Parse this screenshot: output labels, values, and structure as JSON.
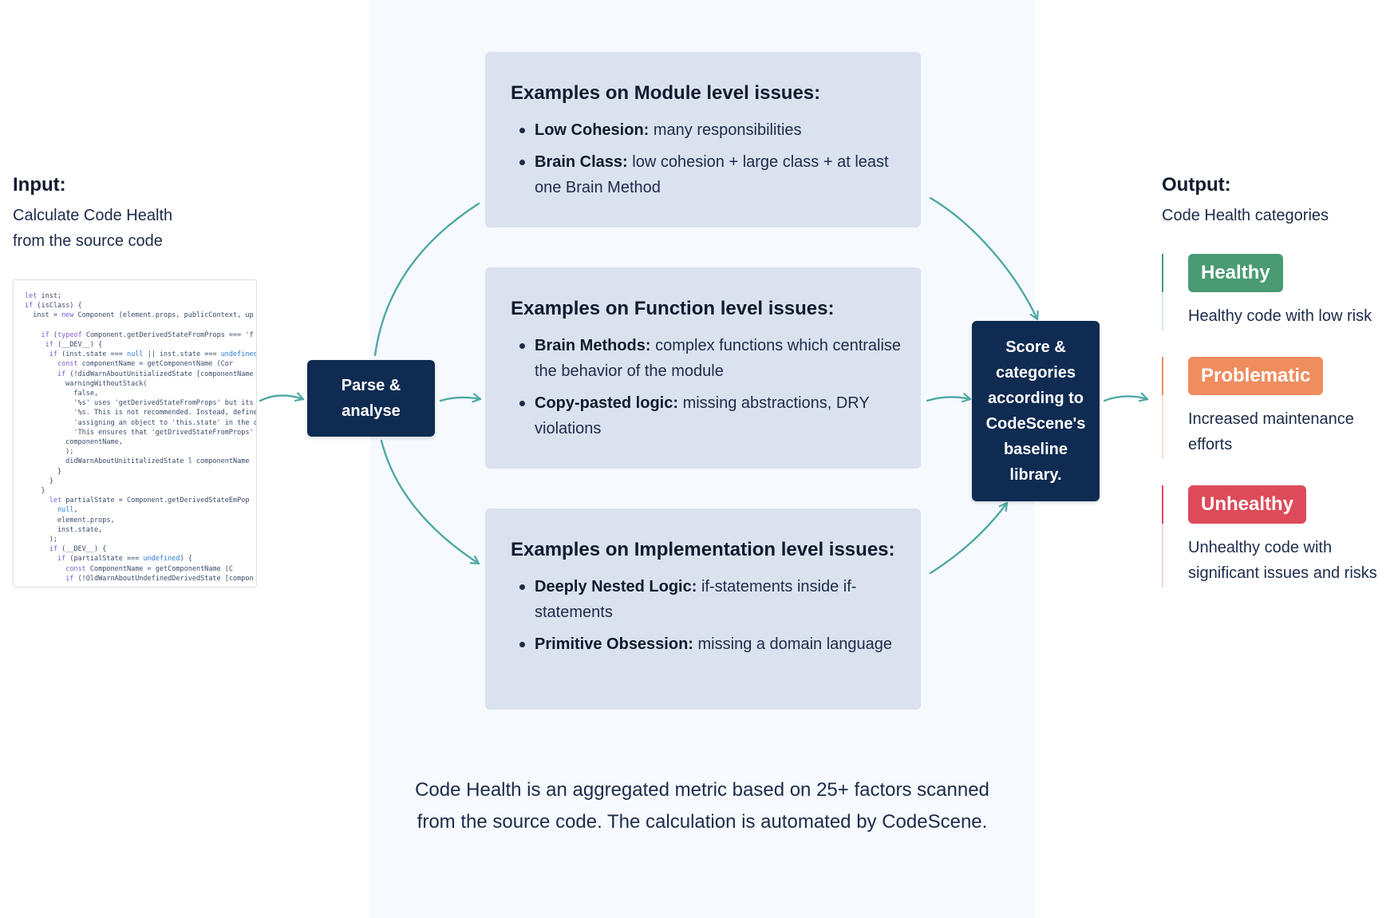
{
  "input": {
    "heading": "Input:",
    "line1": "Calculate Code Health",
    "line2": "from the source code"
  },
  "code_snippet": [
    "let inst;",
    "if (isClass) {",
    "  inst = new Component (element.props, publicContext, up",
    "",
    "    if (typeof Component.getDerivedStateFromProps === 'f",
    "     if (__DEV__) {",
    "      if (inst.state === null || inst.state === undefined) {",
    "        const componentName = getComponentName (Cor",
    "        if (!didWarnAboutUnitializedState [componentName",
    "          warningWithoutStack(",
    "            false,",
    "            '%s' uses 'getDerivedStateFromProps' but its initia",
    "            '%s. This is not recommended. Instead, define the",
    "            'assigning an object to 'this.state' in the construc",
    "            'This ensures that 'getDrivedStateFromProps' arg",
    "          componentName,",
    "          );",
    "          didWarnAboutUnititalizedState l componentName",
    "        }",
    "      }",
    "    }",
    "      let partialState = Component.getDerivedStateEmPop",
    "        null,",
    "        element.props,",
    "        inst.state,",
    "      );",
    "      if (__DEV__) {",
    "        if (partialState === undefined) {",
    "          const ComponentName = getComponentName (C",
    "          if (!OldWarnAboutUndefinedDerivedState [compon"
  ],
  "nodes": {
    "parse_line1": "Parse &",
    "parse_line2": "analyse",
    "score_lines": [
      "Score &",
      "categories",
      "according to",
      "CodeScene's",
      "baseline",
      "library."
    ]
  },
  "issues": [
    {
      "title": "Examples on Module level issues:",
      "items": [
        {
          "term": "Low Cohesion:",
          "text": " many responsibilities"
        },
        {
          "term": "Brain Class:",
          "text": " low cohesion + large class + at least one Brain Method"
        }
      ]
    },
    {
      "title": "Examples on Function level issues:",
      "items": [
        {
          "term": "Brain Methods:",
          "text": " complex functions which centralise the behavior of the module"
        },
        {
          "term": "Copy-pasted logic:",
          "text": " missing abstractions, DRY violations"
        }
      ]
    },
    {
      "title": "Examples on Implementation level issues:",
      "items": [
        {
          "term": "Deeply Nested Logic:",
          "text": " if-statements inside if-statements"
        },
        {
          "term": "Primitive Obsession:",
          "text": " missing a domain language"
        }
      ]
    }
  ],
  "summary": "Code Health is an aggregated metric based on 25+ factors scanned from the source code. The calculation is automated by CodeScene.",
  "output": {
    "heading": "Output:",
    "subheading": "Code Health categories",
    "categories": [
      {
        "label": "Healthy",
        "description": "Healthy code with low risk",
        "color": "#4a9a73",
        "faint": "#d4e8dd"
      },
      {
        "label": "Problematic",
        "description": "Increased maintenance efforts",
        "color": "#ef8d5f",
        "faint": "#f9dfd0"
      },
      {
        "label": "Unhealthy",
        "description": "Unhealthy code with significant issues and risks",
        "color": "#dd4b5a",
        "faint": "#f3d2d6"
      }
    ]
  },
  "colors": {
    "arrow": "#4fa8a5",
    "node": "#0f2b52",
    "issue_box": "#dae2ef",
    "panel": "#f6f9fd"
  }
}
